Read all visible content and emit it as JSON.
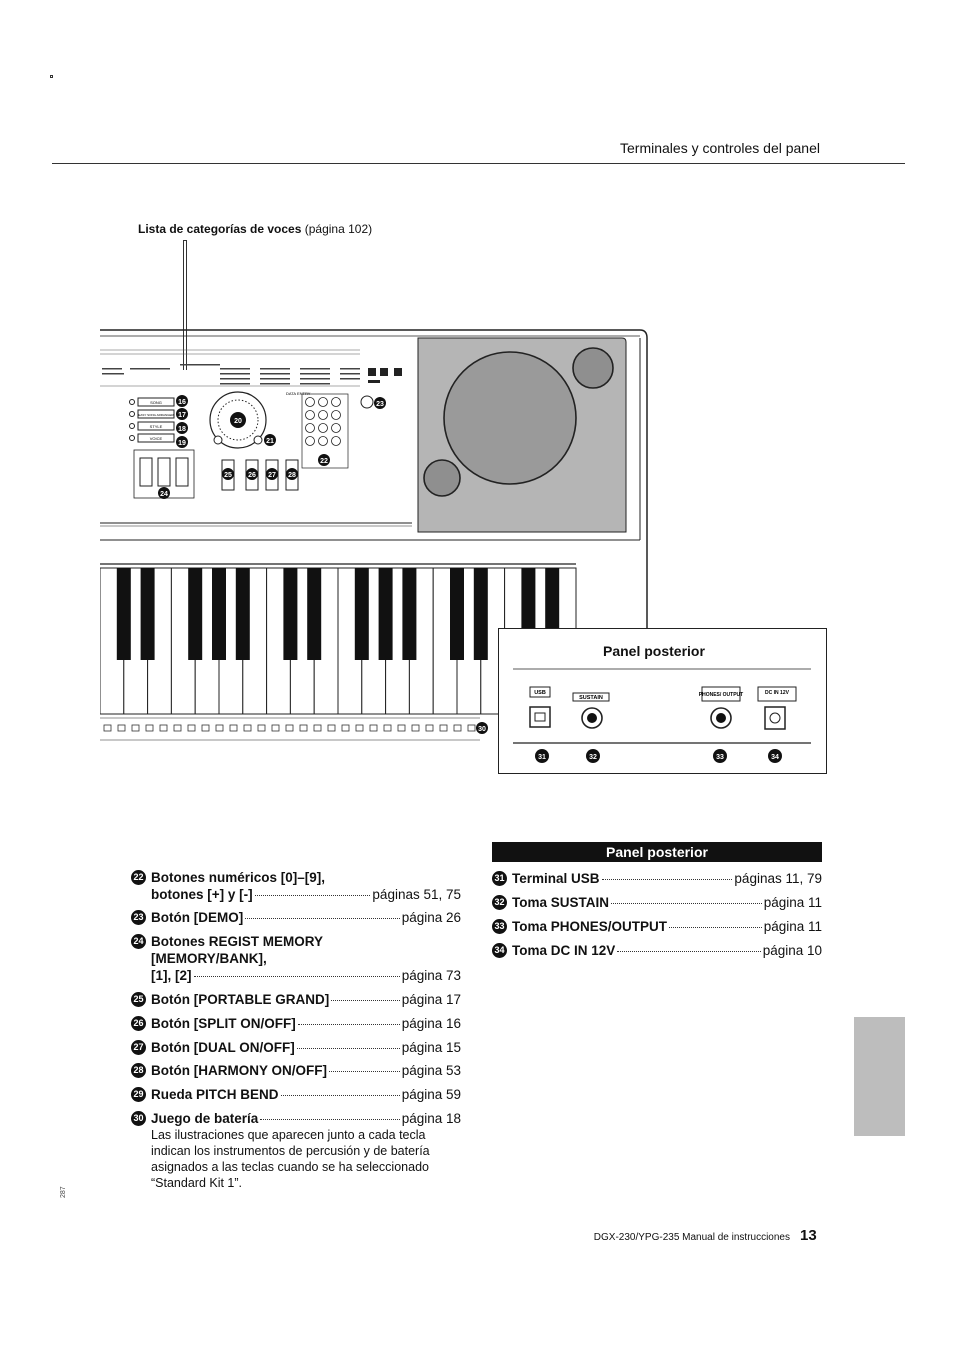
{
  "header": {
    "title": "Terminales y controles del panel"
  },
  "callout": {
    "bold": "Lista de categorías de voces",
    "rest": " (página 102)"
  },
  "illustration": {
    "buttons": [
      "SONG",
      "EASY SONG ARRANGER",
      "STYLE",
      "VOICE"
    ],
    "button_nums": [
      "16",
      "17",
      "18",
      "19"
    ],
    "dial_num": "20",
    "dial_side_num": "21",
    "numpad_num": "22",
    "demo_num": "23",
    "regist_num": "24",
    "func_nums": [
      "25",
      "26",
      "27",
      "28"
    ],
    "drum_num": "30",
    "data_entry": "DATA ENTRY",
    "rear_panel_title": "Panel posterior",
    "jacks": [
      "USB",
      "SUSTAIN",
      "PHONES/ OUTPUT",
      "DC IN 12V"
    ],
    "jack_nums": [
      "31",
      "32",
      "33",
      "34"
    ]
  },
  "left_list": [
    {
      "num": "22",
      "label1": "Botones numéricos [0]–[9],",
      "label": "botones [+] y [-]",
      "page": "páginas 51, 75"
    },
    {
      "num": "23",
      "label": "Botón [DEMO]",
      "page": "página 26"
    },
    {
      "num": "24",
      "label1": "Botones REGIST MEMORY",
      "label2": "[MEMORY/BANK],",
      "label": "[1], [2]",
      "page": "página 73"
    },
    {
      "num": "25",
      "label": "Botón [PORTABLE GRAND]",
      "page": "página 17"
    },
    {
      "num": "26",
      "label": "Botón [SPLIT ON/OFF]",
      "page": "página 16"
    },
    {
      "num": "27",
      "label": "Botón [DUAL ON/OFF]",
      "page": "página 15"
    },
    {
      "num": "28",
      "label": "Botón [HARMONY ON/OFF]",
      "page": "página 53"
    },
    {
      "num": "29",
      "label": "Rueda PITCH BEND",
      "page": "página 59"
    },
    {
      "num": "30",
      "label": "Juego de batería",
      "page": "página 18",
      "note": "Las ilustraciones que aparecen junto a cada tecla indican los instrumentos de percusión y de batería asignados a las teclas cuando se ha seleccionado “Standard Kit 1”."
    }
  ],
  "right_section": {
    "title": "Panel posterior",
    "items": [
      {
        "num": "31",
        "label": "Terminal USB",
        "page": "páginas 11, 79"
      },
      {
        "num": "32",
        "label": "Toma SUSTAIN",
        "page": "página 11"
      },
      {
        "num": "33",
        "label": "Toma PHONES/OUTPUT",
        "page": "página 11"
      },
      {
        "num": "34",
        "label": "Toma DC IN 12V",
        "page": "página 10"
      }
    ]
  },
  "footer": {
    "text": "DGX-230/YPG-235  Manual de instrucciones",
    "page": "13",
    "side_code": "287"
  }
}
